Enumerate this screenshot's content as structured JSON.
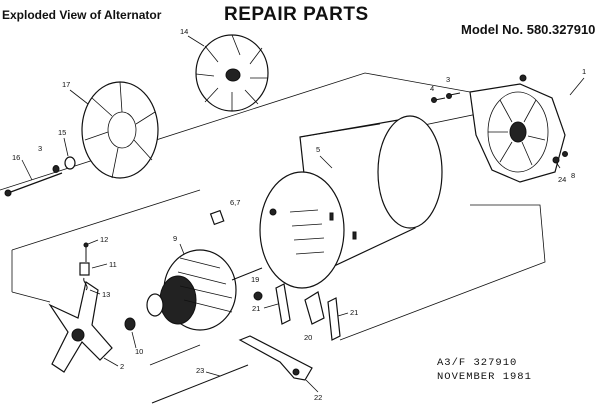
{
  "header": {
    "left_title": "Exploded View of Alternator",
    "center_title": "REPAIR PARTS",
    "model": "Model No. 580.327910"
  },
  "footer": {
    "line1": "A3/F 327910",
    "line2": "NOVEMBER 1981"
  },
  "callouts": {
    "c1": "1",
    "c2": "2",
    "c3a": "3",
    "c3b": "3",
    "c4": "4",
    "c5": "5",
    "c67": "6,7",
    "c8": "8",
    "c9": "9",
    "c10": "10",
    "c11": "11",
    "c12": "12",
    "c13": "13",
    "c14": "14",
    "c15": "15",
    "c16": "16",
    "c17": "17",
    "c19": "19",
    "c20": "20",
    "c21a": "21",
    "c21b": "21",
    "c22": "22",
    "c23": "23",
    "c24": "24"
  }
}
